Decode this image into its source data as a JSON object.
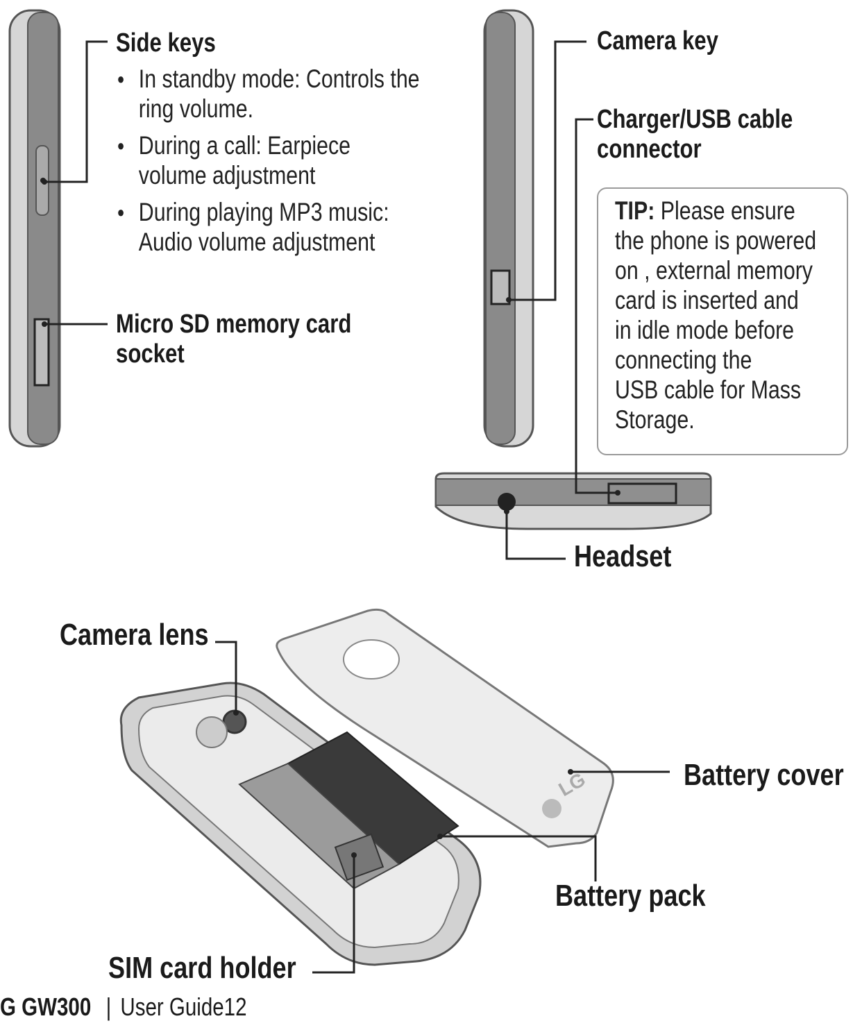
{
  "side_keys": {
    "title": "Side keys",
    "bullets": [
      "In standby mode: Controls the ring volume.",
      "During a call: Earpiece volume adjustment",
      "During playing MP3 music: Audio volume adjustment"
    ]
  },
  "micro_sd": {
    "label_line1": "Micro SD memory card",
    "label_line2": "socket"
  },
  "camera_key": {
    "label": "Camera key"
  },
  "charger": {
    "label_line1": "Charger/USB cable",
    "label_line2": "connector"
  },
  "tip": {
    "prefix": "TIP:",
    "lines": [
      "Please ensure",
      "the phone is powered",
      "on , external memory",
      "card is inserted and",
      "in idle mode before",
      "connecting the",
      "USB cable for Mass",
      "Storage."
    ]
  },
  "headset": {
    "label": "Headset"
  },
  "camera_lens": {
    "label": "Camera lens"
  },
  "battery_cover": {
    "label": "Battery cover"
  },
  "battery_pack": {
    "label": "Battery pack"
  },
  "sim_holder": {
    "label": "SIM card holder"
  },
  "footer": {
    "model": "G GW300",
    "separator": "|",
    "guide": "User Guide",
    "page": "12"
  },
  "logo_text": "LG"
}
